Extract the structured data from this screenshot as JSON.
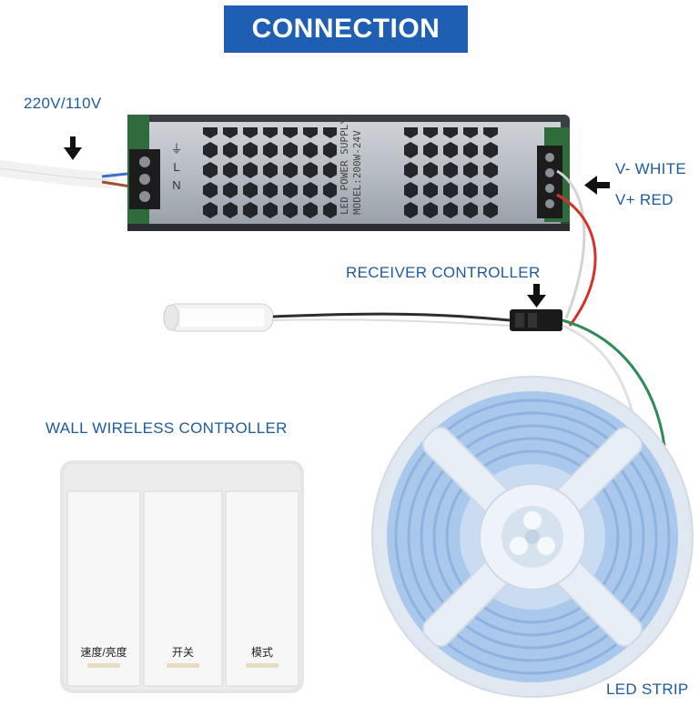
{
  "banner": {
    "title": "CONNECTION"
  },
  "labels": {
    "input_voltage": "220V/110V",
    "v_minus": "V- WHITE",
    "v_plus": "V+ RED",
    "receiver": "RECEIVER CONTROLLER",
    "wall_controller": "WALL WIRELESS CONTROLLER",
    "led_strip": "LED STRIP"
  },
  "power_supply": {
    "title": "LED POWER SUPPLY",
    "model": "MODEL:200W-24V",
    "terminal_letters": [
      "N",
      "L",
      "⏚"
    ]
  },
  "wall_switch": {
    "buttons": [
      "速度/亮度",
      "开关",
      "模式"
    ]
  },
  "colors": {
    "banner": "#1e5fb4",
    "label_text": "#1f5a9e",
    "wire_red": "#d3322c",
    "wire_white": "#e8e8e8",
    "wire_green": "#2e8b57",
    "strip_blue": "#a9c8ec"
  }
}
